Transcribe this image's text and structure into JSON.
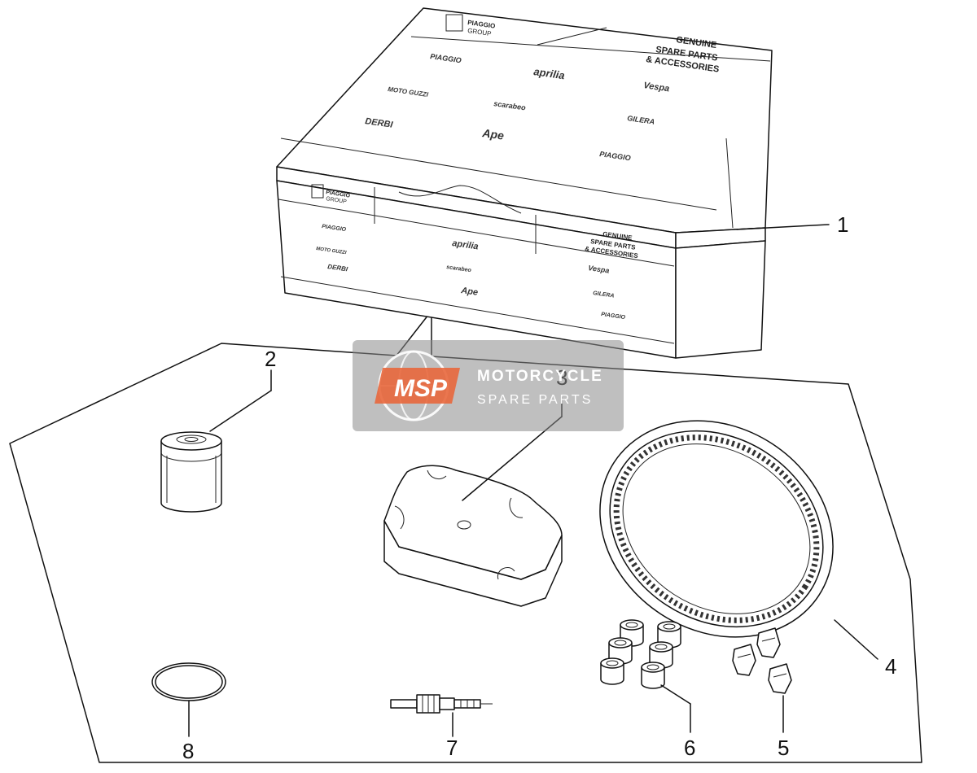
{
  "box": {
    "group_name": "PIAGGIO",
    "group_word": "GROUP",
    "genuine_lines": [
      "GENUINE",
      "SPARE PARTS",
      "& ACCESSORIES"
    ],
    "brands": [
      "PIAGGIO",
      "aprilia",
      "Vespa",
      "MOTO GUZZI",
      "scarabeo",
      "GILERA",
      "DERBI",
      "Ape",
      "PIAGGIO"
    ]
  },
  "watermark": {
    "logo": "MSP",
    "title": "MOTORCYCLE",
    "subtitle": "SPARE PARTS",
    "accent_color": "#e8673c"
  },
  "callouts": [
    "1",
    "2",
    "3",
    "4",
    "5",
    "6",
    "7",
    "8"
  ],
  "parts": [
    {
      "icon": "box-icon"
    },
    {
      "icon": "oil-filter-icon"
    },
    {
      "icon": "air-filter-icon"
    },
    {
      "icon": "drive-belt-icon"
    },
    {
      "icon": "slider-icon"
    },
    {
      "icon": "roller-weight-icon"
    },
    {
      "icon": "spark-plug-icon"
    },
    {
      "icon": "o-ring-icon"
    }
  ]
}
